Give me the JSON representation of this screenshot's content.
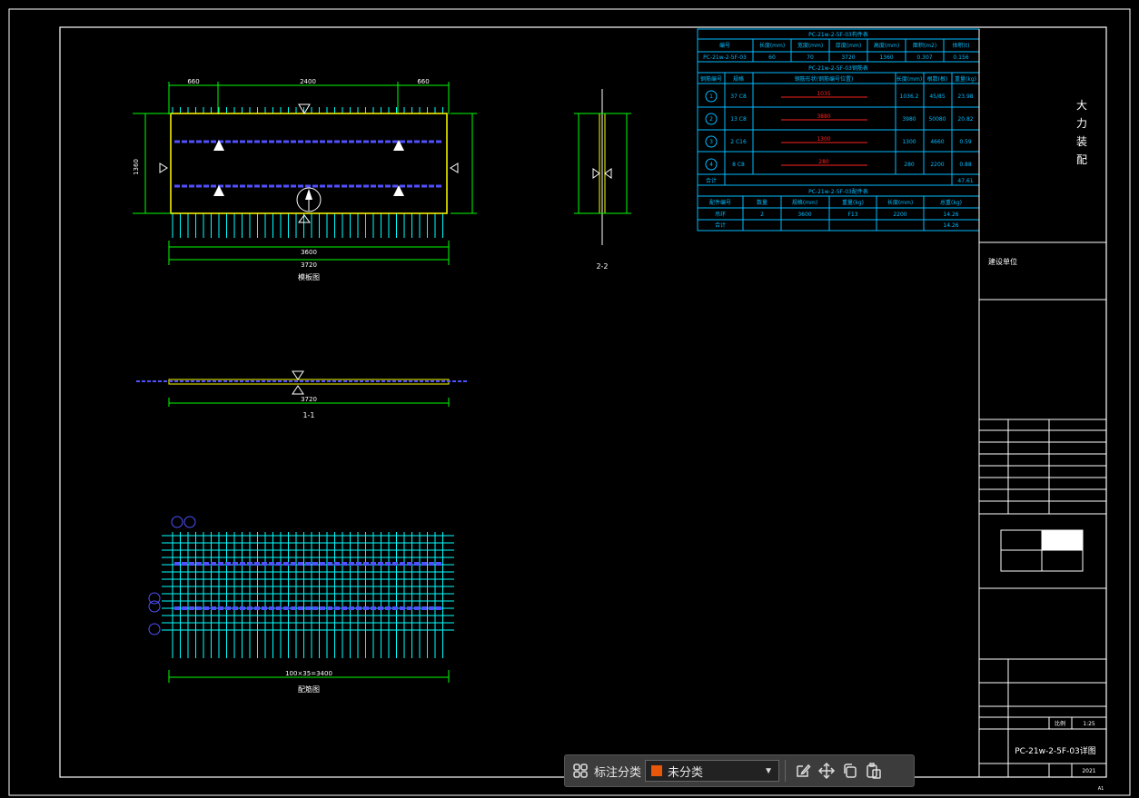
{
  "colors": {
    "frame": "#ffffff",
    "dim": "#00ff00",
    "table": "#00bfff",
    "rebar": "#5050ff",
    "slab": "#ffff00",
    "bars": "#00ffff",
    "red": "#ff2020",
    "toolbar_accent": "#e8570a"
  },
  "title_block": {
    "vertical_title": [
      "大",
      "力",
      "装",
      "配"
    ],
    "unit": "建设单位",
    "drawing_number": "PC-21w-2-5F-03详图",
    "scale_label": "比例",
    "scale_value": "1:25",
    "year": "2021",
    "sheet_code": "A1"
  },
  "tables": {
    "t1_title": "PC-21w-2-5F-03构件表",
    "t1_headers": [
      "编号",
      "长度(mm)",
      "宽度(mm)",
      "厚度(mm)",
      "高度(mm)",
      "面积(m2)",
      "体积(t)"
    ],
    "t1_row": [
      "PC-21w-2-5F-03",
      "60",
      "70",
      "3720",
      "1360",
      "0.307",
      "0.156"
    ],
    "t2_title": "PC-21w-2-5F-03钢筋表",
    "t2_headers": [
      "钢筋编号",
      "规格",
      "钢筋形状(钢筋编号位置)",
      "长度(mm)",
      "根数(根)",
      "重量(kg)"
    ],
    "t2_rows": [
      {
        "no": "1",
        "spec": "37 C8",
        "shape": "1035",
        "len": "1036.2",
        "count": "45/85",
        "wt": "23.98"
      },
      {
        "no": "2",
        "spec": "13 C8",
        "shape": "3880",
        "len": "3980",
        "count": "50080",
        "wt": "20.82"
      },
      {
        "no": "3",
        "spec": "2 C16",
        "shape": "1300",
        "len": "1300",
        "count": "4660",
        "wt": "0.59"
      },
      {
        "no": "4",
        "spec": "8 C8",
        "shape": "280",
        "len": "280",
        "count": "2200",
        "wt": "0.88"
      }
    ],
    "t2_total_label": "合计",
    "t2_total": "47.61",
    "t3_title": "PC-21w-2-5F-03配件表",
    "t3_headers": [
      "配件编号",
      "数量",
      "规格(mm)",
      "重量(kg)",
      "长度(mm)",
      "总重(kg)"
    ],
    "t3_row": [
      "吊环",
      "2",
      "3600",
      "F13",
      "2200",
      "14.26"
    ],
    "t3_total_label": "合计",
    "t3_total": "14.26"
  },
  "drawing_labels": {
    "plan_label": "模板图",
    "section11_label": "1-1",
    "section22_label": "2-2",
    "rebar_label": "配筋图",
    "dim_total": "3720",
    "dim_inner": "3600",
    "dim_center": "2400",
    "dim_side": "660",
    "dim_height": "1360",
    "dim_rebar": "100×35=3400"
  },
  "toolbar": {
    "label": "标注分类",
    "select_value": "未分类",
    "icons": [
      "grid-icon",
      "edit-icon",
      "move-icon",
      "copy-icon",
      "paste-icon"
    ]
  }
}
